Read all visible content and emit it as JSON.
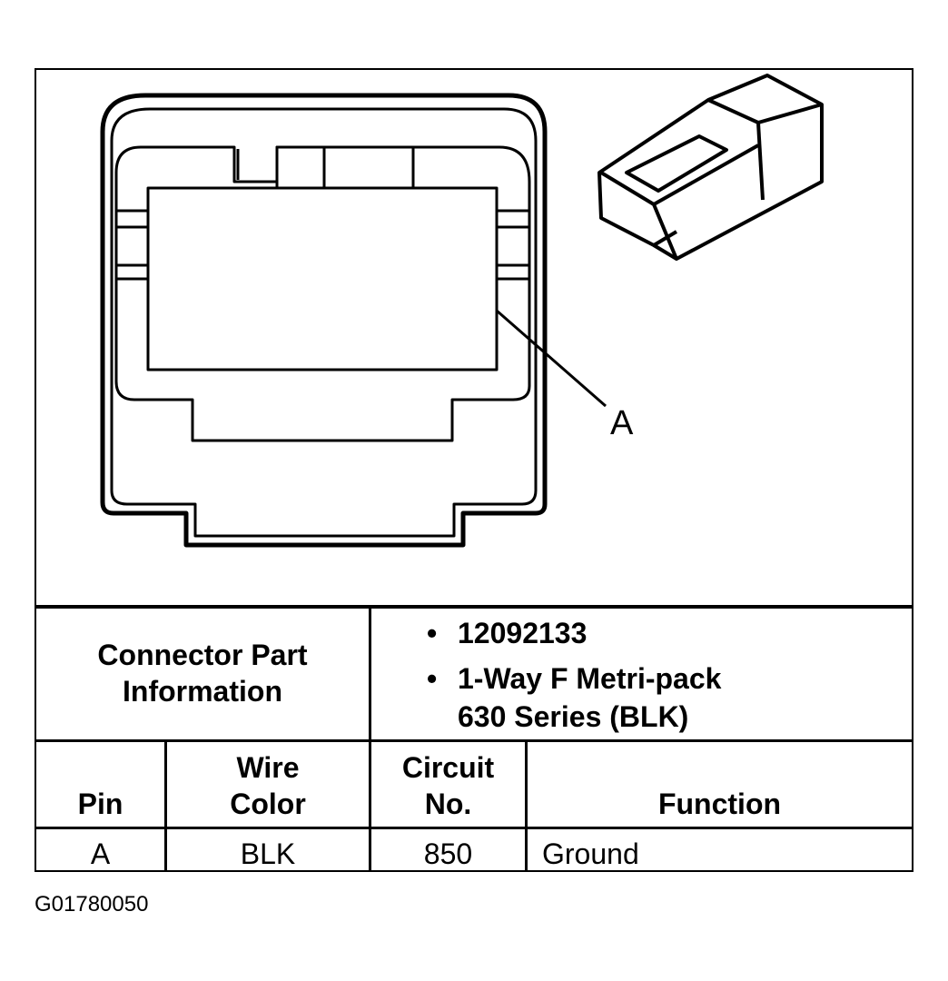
{
  "diagram": {
    "callout_label": "A"
  },
  "part_info": {
    "label": "Connector Part Information",
    "label_line1": "Connector Part",
    "label_line2": "Information",
    "items": [
      {
        "line1": "12092133",
        "line2": ""
      },
      {
        "line1": "1-Way F Metri-pack",
        "line2": "630 Series (BLK)"
      }
    ]
  },
  "table": {
    "headers": {
      "pin": "Pin",
      "wire_color_1": "Wire",
      "wire_color_2": "Color",
      "circuit_1": "Circuit",
      "circuit_2": "No.",
      "function": "Function"
    },
    "rows": [
      {
        "pin": "A",
        "wire_color": "BLK",
        "circuit": "850",
        "function": "Ground"
      }
    ]
  },
  "footer": {
    "code": "G01780050"
  }
}
